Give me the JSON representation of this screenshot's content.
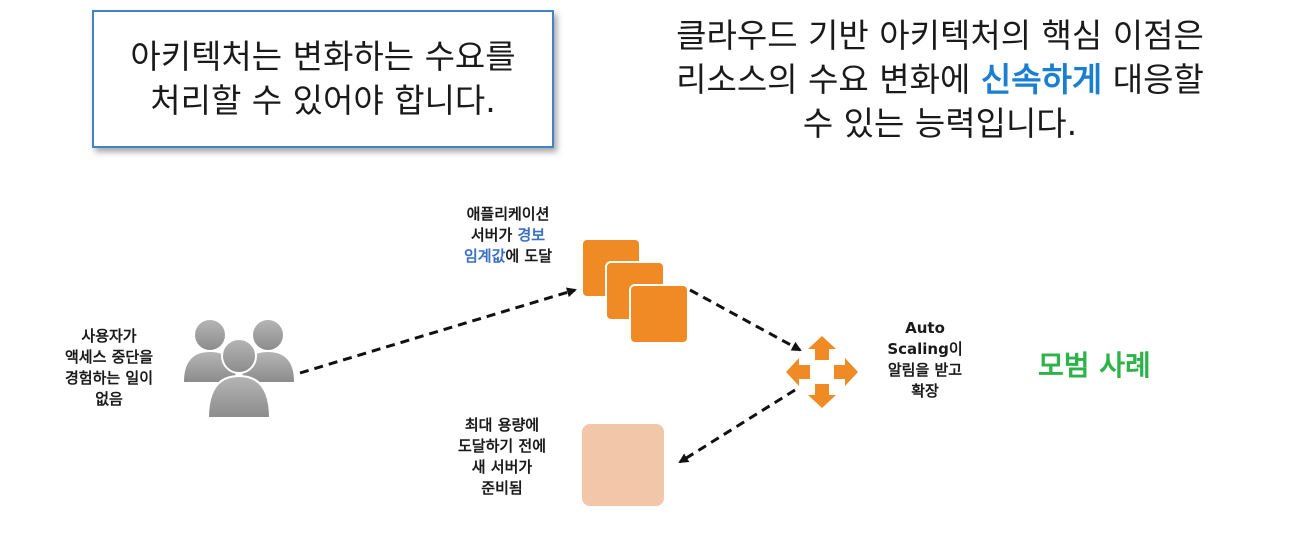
{
  "callout": {
    "lines": [
      "아키텍처는 변화하는 수요를",
      "처리할 수 있어야 합니다."
    ]
  },
  "headline": {
    "line1": "클라우드 기반 아키텍처의 핵심 이점은",
    "line2_before": "리소스의 수요 변화에 ",
    "line2_emphasis": "신속하게",
    "line2_after": " 대응할",
    "line3": "수 있는 능력입니다."
  },
  "users": {
    "lines": [
      "사용자가",
      "액세스 중단을",
      "경험하는 일이",
      "없음"
    ]
  },
  "app_server": {
    "line1": "애플리케이션",
    "line2_a": "서버가 ",
    "line2_b": "경보",
    "line3_a": "임계값",
    "line3_b": "에 도달"
  },
  "autoscaling": {
    "lines": [
      "Auto",
      "Scaling이",
      "알림을 받고",
      "확장"
    ]
  },
  "new_server": {
    "lines": [
      "최대 용량에",
      "도달하기 전에",
      "새 서버가",
      "준비됨"
    ]
  },
  "best_practice": "모범 사례",
  "colors": {
    "orange": "#f08a24",
    "blue": "#1a7fd1",
    "green": "#2db34a",
    "gray": "#999999",
    "peach": "#f2c6a8"
  },
  "icons": [
    "users-icon",
    "server-stack-icon",
    "auto-scaling-icon",
    "new-server-icon"
  ]
}
